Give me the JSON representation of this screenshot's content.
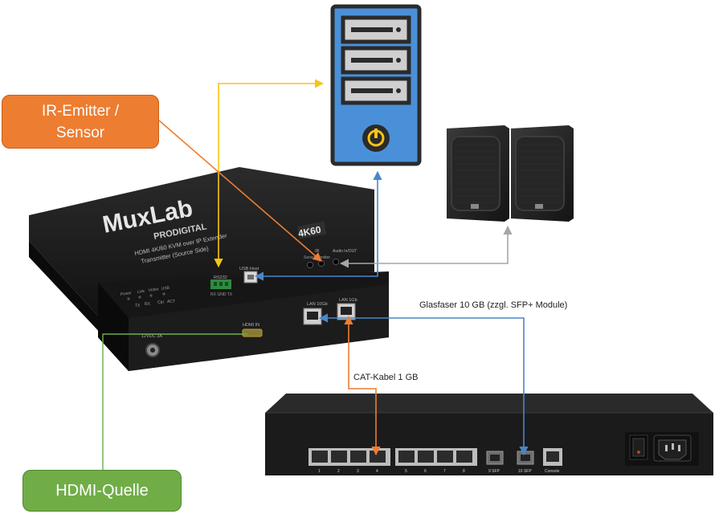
{
  "colors": {
    "ir_line": "#ed7d31",
    "usb_line": "#f5c518",
    "network_line": "#4a86c8",
    "audio_line": "#a6a6a6",
    "hdmi_line": "#70ad47",
    "pc_body": "#4a90d9",
    "device_body": "#1e1e1e"
  },
  "icons": {
    "computer": "desktop-tower-icon",
    "speakers": "speaker-pair-icon",
    "extender": "kvm-transmitter-device",
    "switch": "network-switch-device"
  },
  "callouts": {
    "ir": [
      "IR-Emitter /",
      "Sensor"
    ],
    "hdmi": "HDMI-Quelle"
  },
  "edge_labels": {
    "fiber": "Glasfaser 10 GB (zzgl. SFP+ Module)",
    "cat": "CAT-Kabel 1 GB"
  },
  "extender": {
    "brand": "MuxLab",
    "sub_brand": "PRODIGITAL",
    "product_line1": "HDMI 4K/60 KVM over IP Extender",
    "product_line2": "Transmitter (Source Side)",
    "badge": "4K60",
    "port_rs232": "RS232",
    "port_rs232_pins": "RX GND TX",
    "port_usb": "USB Host",
    "port_ir": "IR",
    "port_ir_sub": "Sensor  Emitter",
    "port_audio": "Audio\nIn/OUT",
    "port_lan10": "LAN 10Gb",
    "port_lan1": "LAN 1Gb",
    "port_hdmi": "HDMI IN",
    "port_power": "12VDC 3A",
    "leds": [
      "Power",
      "Link",
      "Video",
      "USB"
    ],
    "leds_sub": [
      "TX",
      "RX",
      "Ctrl",
      "ACT"
    ]
  },
  "switch": {
    "port_numbers": [
      "1",
      "2",
      "3",
      "4",
      "5",
      "6",
      "7",
      "8"
    ],
    "sfp_labels": [
      "9 SFP",
      "10 SFP"
    ],
    "console_label": "Console"
  }
}
